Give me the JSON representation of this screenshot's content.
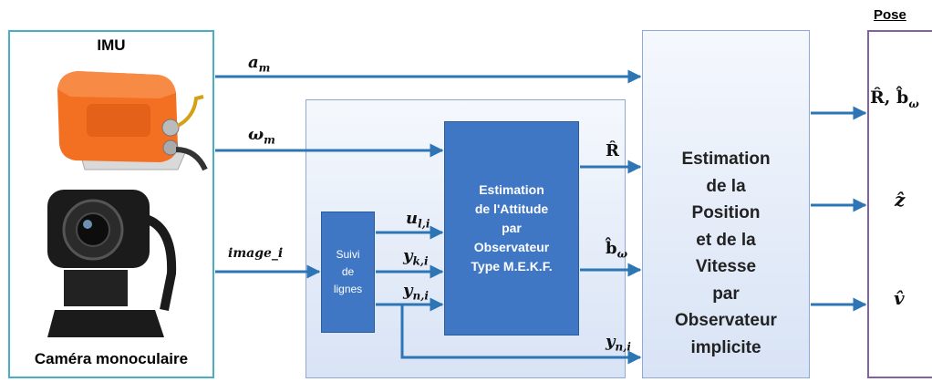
{
  "sensors": {
    "imu_label": "IMU",
    "camera_label": "Caméra monoculaire"
  },
  "signals": {
    "accel": "a",
    "accel_sub": "m",
    "gyro": "ω",
    "gyro_sub": "m",
    "image": "image_i",
    "u": "u",
    "u_sub": "l,i",
    "yk": "y",
    "yk_sub": "k,i",
    "yn": "y",
    "yn_sub": "n,i",
    "yn2": "y",
    "yn2_sub": "n,i",
    "r_hat": "R̂",
    "b_hat": "b̂",
    "b_sub": "ω"
  },
  "blocks": {
    "tracking_lines": [
      "Suivi",
      "de",
      "lignes"
    ],
    "attitude_lines": [
      "Estimation",
      "de l'Attitude",
      "par",
      "Observateur",
      "Type  M.E.K.F."
    ],
    "position_lines": [
      "Estimation",
      "de la",
      "Position",
      "et de la",
      "Vitesse",
      "par",
      "Observateur",
      "implicite"
    ]
  },
  "outputs": {
    "title": "Pose",
    "rb_hat": "R̂, b̂",
    "rb_sub": "ω",
    "z_hat": "ẑ",
    "v_hat": "v̂"
  },
  "colors": {
    "arrow": "#2e75b6",
    "block_fill": "#3f77c4",
    "sensor_border": "#4bacc6",
    "pose_border": "#8064a2"
  }
}
